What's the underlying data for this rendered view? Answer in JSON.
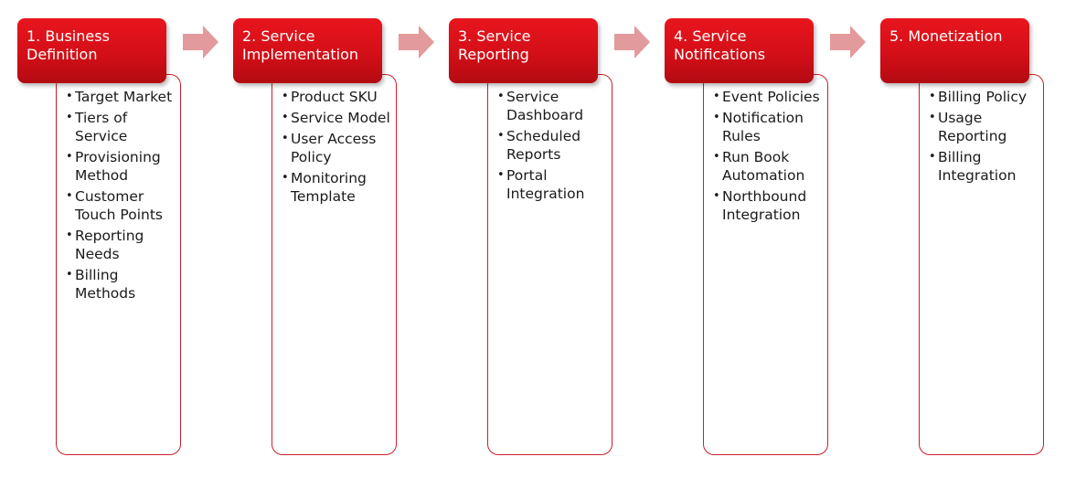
{
  "stages": [
    {
      "title": "1. Business Definition",
      "items": [
        "Target Market",
        "Tiers of Service",
        "Provisioning Method",
        "Customer Touch Points",
        "Reporting Needs",
        "Billing Methods"
      ]
    },
    {
      "title": "2. Service Implementation",
      "items": [
        "Product SKU",
        "Service Model",
        "User Access Policy",
        "Monitoring Template"
      ]
    },
    {
      "title": "3. Service Reporting",
      "items": [
        "Service Dashboard",
        "Scheduled Reports",
        "Portal Integration"
      ]
    },
    {
      "title": "4. Service Notifications",
      "items": [
        "Event Policies",
        "Notification Rules",
        "Run Book Automation",
        "Northbound Integration"
      ]
    },
    {
      "title": "5. Monetization",
      "items": [
        "Billing Policy",
        "Usage Reporting",
        "Billing Integration"
      ]
    }
  ],
  "colors": {
    "header": "#d40f18",
    "border": "#c8202a",
    "arrow": "#e39a9c"
  }
}
